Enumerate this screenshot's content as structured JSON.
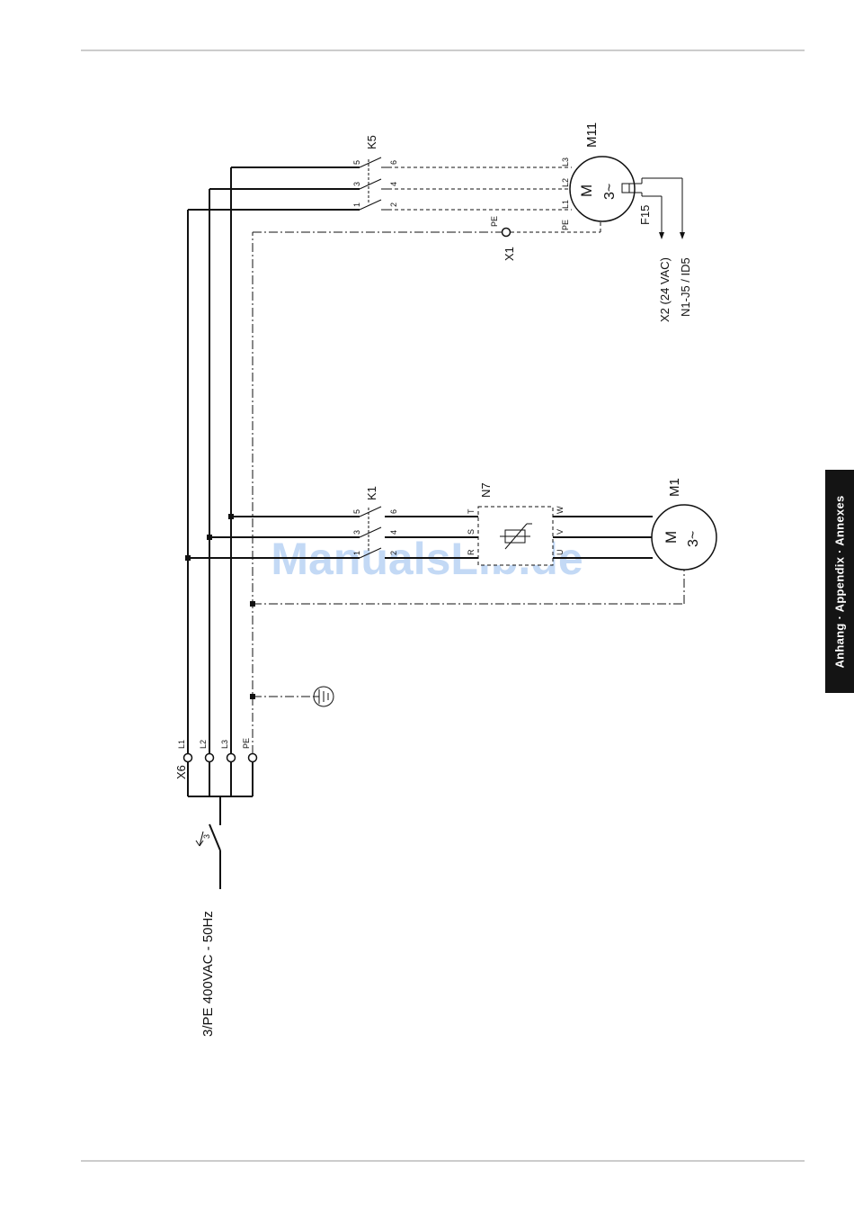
{
  "side_tab": {
    "text": "Anhang · Appendix · Annexes"
  },
  "watermark": "ManualsLib.de",
  "supply": {
    "label": "3/PE 400VAC - 50Hz",
    "switch_poles": "3"
  },
  "terminal_x6": {
    "name": "X6",
    "pins": [
      "L1",
      "L2",
      "L3",
      "PE"
    ]
  },
  "contactor_k1": {
    "name": "K1",
    "in": [
      "1",
      "3",
      "5"
    ],
    "out": [
      "2",
      "4",
      "6"
    ]
  },
  "contactor_k5": {
    "name": "K5",
    "in": [
      "1",
      "3",
      "5"
    ],
    "out": [
      "2",
      "4",
      "6"
    ]
  },
  "converter_n7": {
    "name": "N7",
    "in": [
      "R",
      "S",
      "T"
    ],
    "out": [
      "U",
      "V",
      "W"
    ]
  },
  "motor_m1": {
    "name": "M1",
    "letter": "M",
    "phase": "3~"
  },
  "motor_m11": {
    "name": "M11",
    "letter": "M",
    "phase": "3~",
    "pins": [
      "L1",
      "L2",
      "L3",
      "PE"
    ]
  },
  "terminal_x1": {
    "name": "X1",
    "pin": "PE"
  },
  "protector_f15": {
    "name": "F15"
  },
  "control_refs": {
    "line1": "X2 (24 VAC)",
    "line2": "N1-J5 / ID5"
  }
}
